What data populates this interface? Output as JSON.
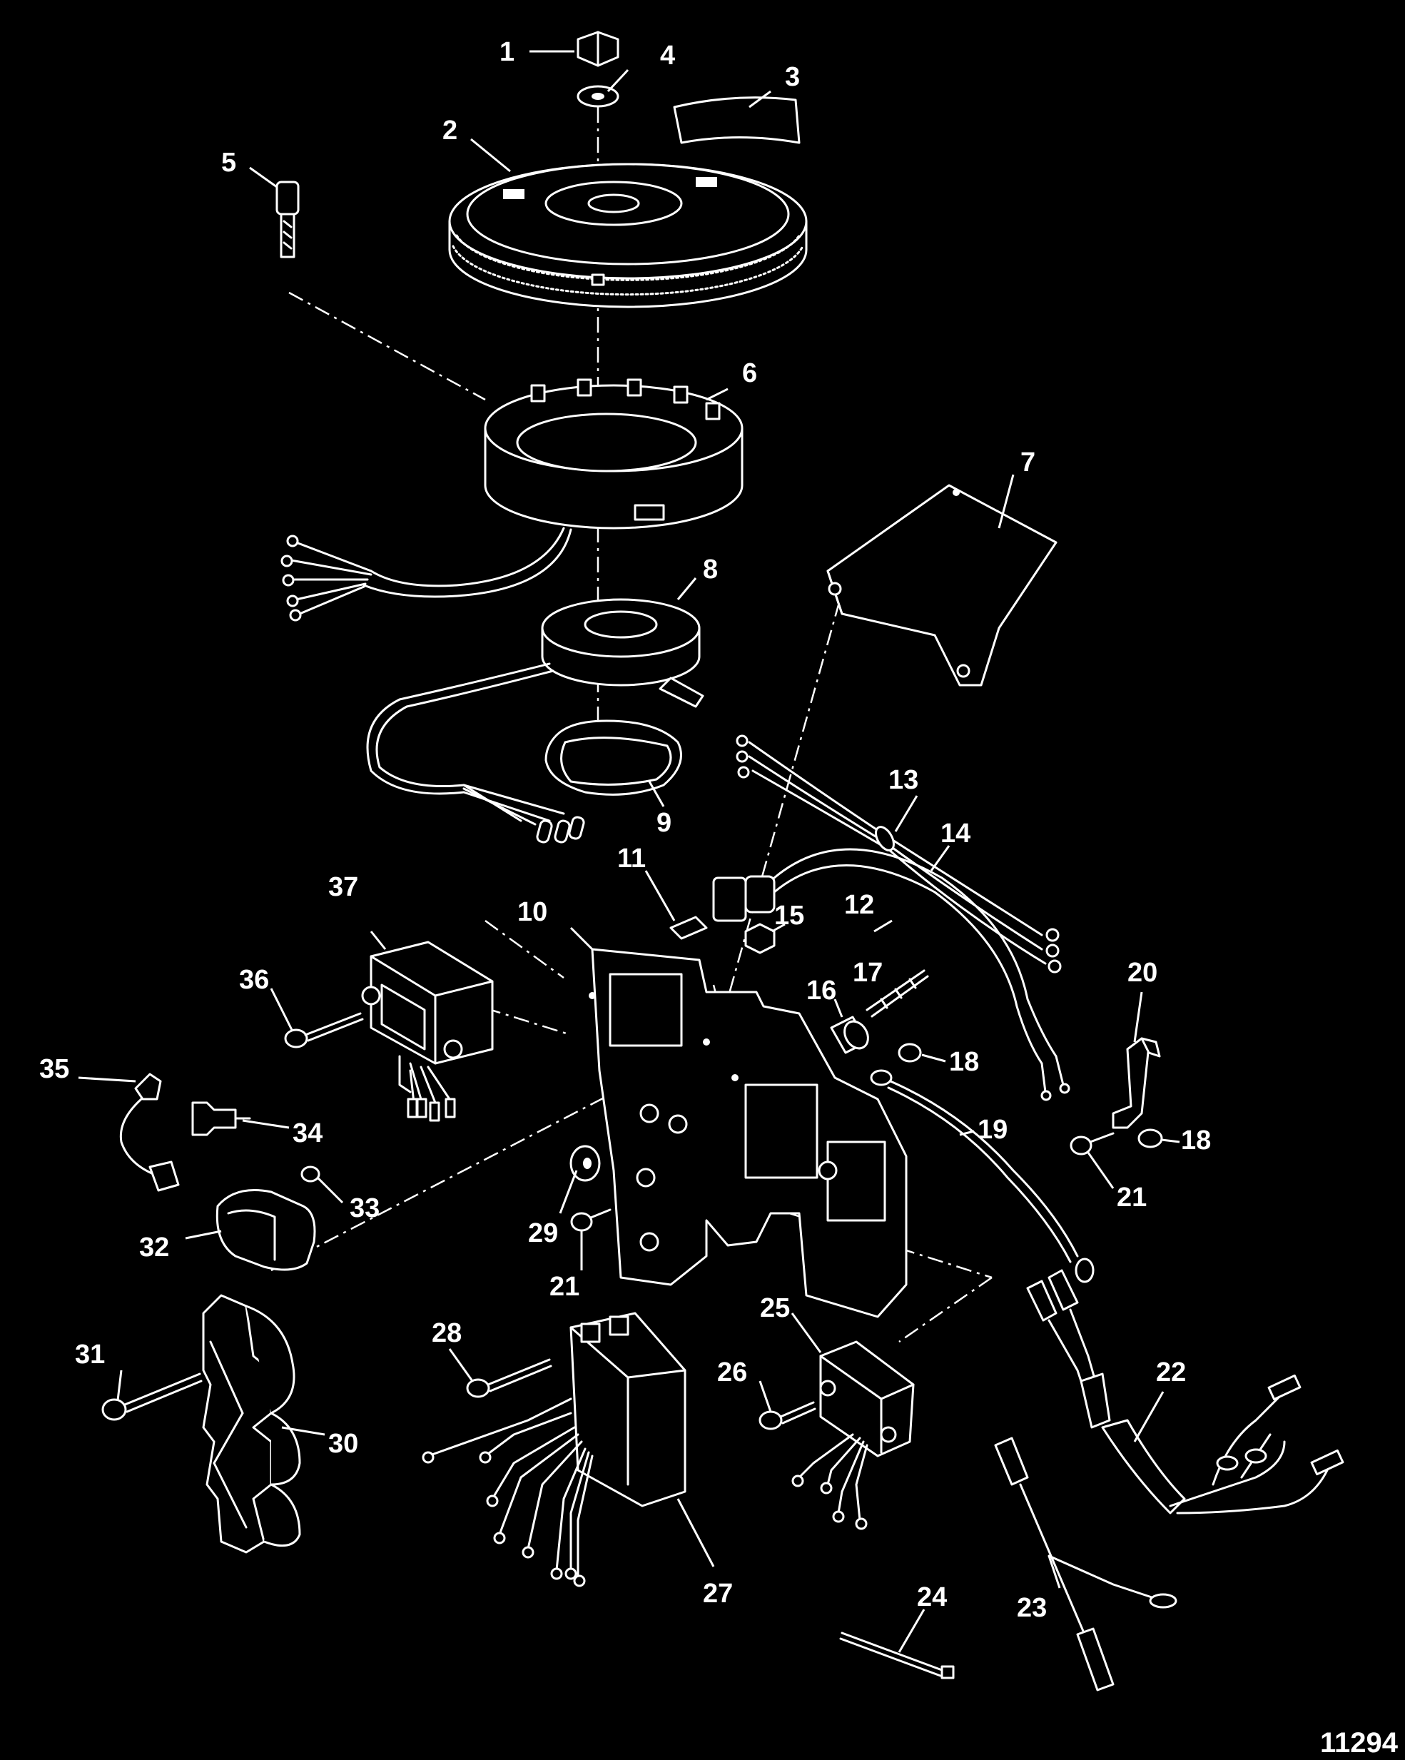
{
  "diagram": {
    "figure_number": "11294",
    "callouts": [
      {
        "id": "1",
        "label": "1"
      },
      {
        "id": "2",
        "label": "2"
      },
      {
        "id": "3",
        "label": "3"
      },
      {
        "id": "4",
        "label": "4"
      },
      {
        "id": "5",
        "label": "5"
      },
      {
        "id": "6",
        "label": "6"
      },
      {
        "id": "7",
        "label": "7"
      },
      {
        "id": "8",
        "label": "8"
      },
      {
        "id": "9",
        "label": "9"
      },
      {
        "id": "10",
        "label": "10"
      },
      {
        "id": "11",
        "label": "11"
      },
      {
        "id": "12",
        "label": "12"
      },
      {
        "id": "13",
        "label": "13"
      },
      {
        "id": "14",
        "label": "14"
      },
      {
        "id": "15",
        "label": "15"
      },
      {
        "id": "16",
        "label": "16"
      },
      {
        "id": "17",
        "label": "17"
      },
      {
        "id": "18a",
        "label": "18"
      },
      {
        "id": "18b",
        "label": "18"
      },
      {
        "id": "19",
        "label": "19"
      },
      {
        "id": "20",
        "label": "20"
      },
      {
        "id": "21a",
        "label": "21"
      },
      {
        "id": "21b",
        "label": "21"
      },
      {
        "id": "22",
        "label": "22"
      },
      {
        "id": "23",
        "label": "23"
      },
      {
        "id": "24",
        "label": "24"
      },
      {
        "id": "25",
        "label": "25"
      },
      {
        "id": "26",
        "label": "26"
      },
      {
        "id": "27",
        "label": "27"
      },
      {
        "id": "28",
        "label": "28"
      },
      {
        "id": "29",
        "label": "29"
      },
      {
        "id": "30",
        "label": "30"
      },
      {
        "id": "31",
        "label": "31"
      },
      {
        "id": "32",
        "label": "32"
      },
      {
        "id": "33",
        "label": "33"
      },
      {
        "id": "34",
        "label": "34"
      },
      {
        "id": "35",
        "label": "35"
      },
      {
        "id": "36",
        "label": "36"
      },
      {
        "id": "37",
        "label": "37"
      }
    ]
  }
}
